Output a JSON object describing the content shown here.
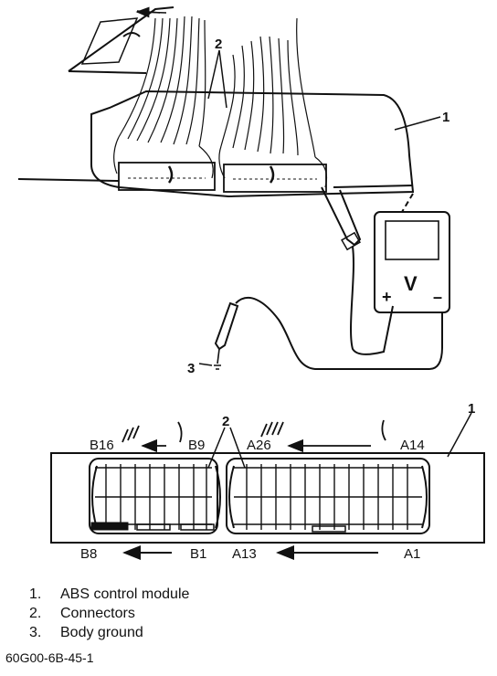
{
  "top_view": {
    "callouts": {
      "module": "1",
      "connectors": "2",
      "ground": "3"
    },
    "meter": {
      "symbol": "V",
      "plus": "+",
      "minus": "–"
    }
  },
  "pin_view": {
    "callouts": {
      "module": "1",
      "connectors": "2"
    },
    "pins": {
      "b16": "B16",
      "b9": "B9",
      "a26": "A26",
      "a14": "A14",
      "b8": "B8",
      "b1": "B1",
      "a13": "A13",
      "a1": "A1"
    }
  },
  "legend": [
    {
      "num": "1.",
      "text": "ABS control module"
    },
    {
      "num": "2.",
      "text": "Connectors"
    },
    {
      "num": "3.",
      "text": "Body ground"
    }
  ],
  "figure_id": "60G00-6B-45-1"
}
